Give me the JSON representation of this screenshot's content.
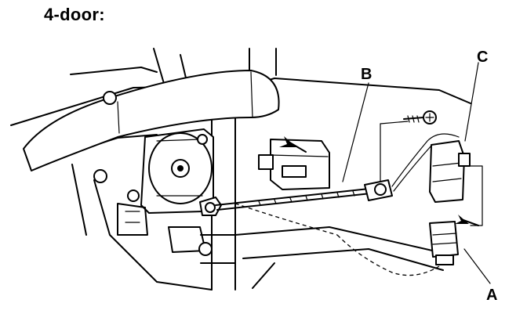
{
  "heading": "4-door:",
  "callouts": {
    "a": "A",
    "b": "B",
    "c": "C"
  }
}
